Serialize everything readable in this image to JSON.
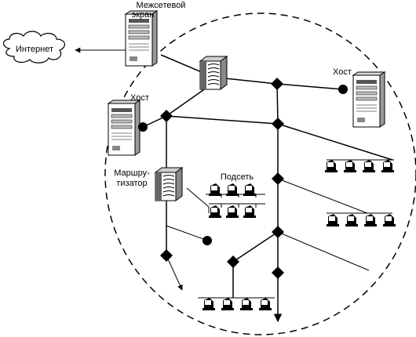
{
  "labels": {
    "firewall_line1": "Межсетевой",
    "firewall_line2": "экран",
    "internet": "Интернет",
    "host_right": "Хост",
    "host_left": "Хост",
    "router_line1": "Маршру-",
    "router_line2": "тизатор",
    "subnet": "Подсеть"
  },
  "icons": {
    "server": "server-tower-icon",
    "router": "router-icon",
    "workstation": "workstation-icon",
    "cloud": "cloud-icon",
    "node": "diamond-node-icon"
  }
}
